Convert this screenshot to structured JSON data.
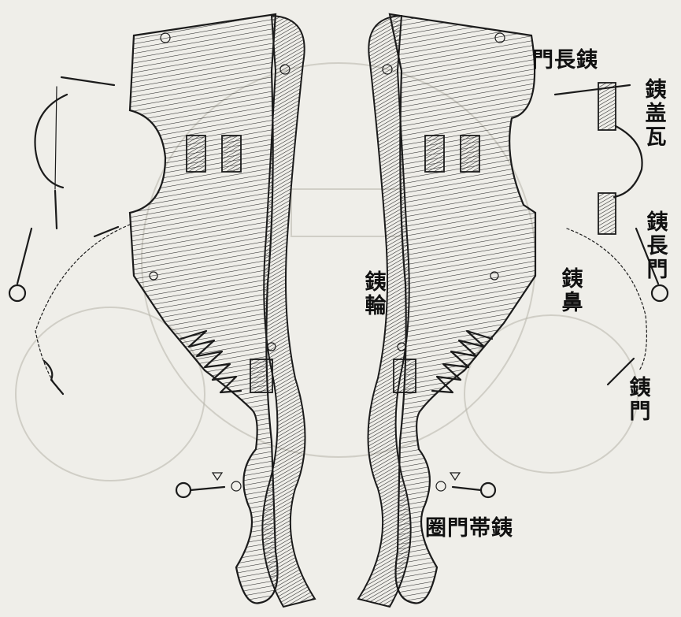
{
  "labels": {
    "hinge_length": "門長銕",
    "pin_cap": "銕盖瓦",
    "pin_length_lower": "銕長門",
    "nose": "銕鼻",
    "wheel": "銕輪",
    "gate": "銕門",
    "strap_loop": "圈門帯銕"
  },
  "colors": {
    "paper": "#efeee9",
    "ink": "#1b1b1b",
    "ghost": "#b7b4aa"
  }
}
